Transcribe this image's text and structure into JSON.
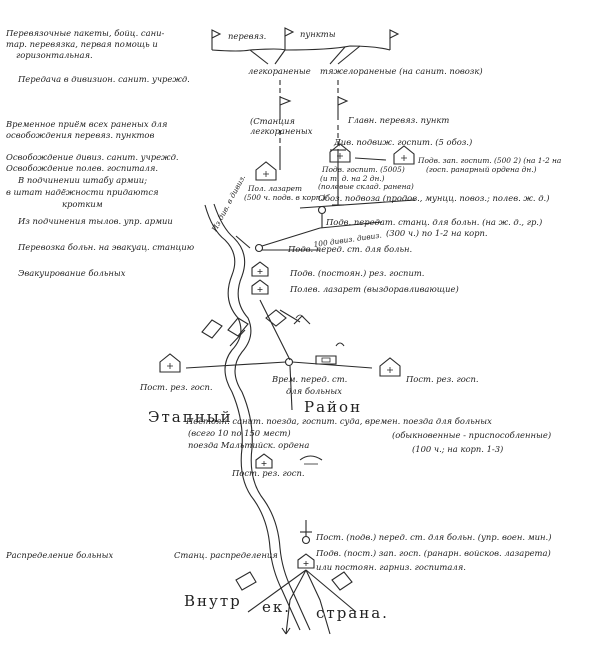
{
  "left_column": [
    "Перевязочные пакеты, бойц. сани-",
    "тар. перевязка, первая помощь и",
    "горизонтальная.",
    "Передача в дивизион. санит. учрежд.",
    "Временное приём всех раненых для",
    "освобождения перевяз. пунктов",
    "Освобождение дивиз. санит. учрежд.",
    "Освобождение полев. госпиталя.",
    "В подчинении штабу армии;",
    "в штат надёжности придаются",
    "кротким",
    "Из подчинения тылов. упр. армии",
    "Перевозка больн. на эвакуац. станцию",
    "Эвакуирование больных",
    "Распределение больных"
  ],
  "top": {
    "perevyaz": "перевяз.",
    "punkty": "пункты",
    "legkoranen": "легкораненые",
    "tyazheloranen": "тяжелораненые (на санит. повозк)",
    "stanc_legkoranen_1": "(Станция",
    "stanc_legkoranen_2": "легкораненых",
    "glavn_perevyaz": "Главн. перевяз. пункт",
    "div_podv_gosp": "Див. подвиж. госпит. (5 обоз.)",
    "pol_lazaret_1": "Пол. лазарет",
    "pol_lazaret_2": "(500 ч. подв. в корп.)",
    "podv_gosp_1": "Подв. госпит. (5005)",
    "podv_gosp_2": "(и т. д. на 2 дн.)",
    "podv_gosp_3": "(полевые склад. ранена)",
    "podv_zap_gosp_1": "Подв. зап. госпит. (500 2) (на 1-2 на",
    "podv_zap_gosp_2": "(госп. ранарный ордена дн.)",
    "obozy": "Обоз. подвоза (продов., мунцц. повоз.; полев. ж. д.)",
    "div_ebat": "Из див. в дивиз.",
    "podv_peredat_1": "Подв. передат. станц. для больн. (на ж. д., гр.)",
    "podv_peredat_2": "(300 ч.)   по 1-2 на корп.",
    "div_ebat2": "100 дивиз. дивиз.",
    "podv_pered_st": "Подв. перед. ст. для больн.",
    "podv_rez_gosp": "Подв. (постоян.) рез. госпит.",
    "pol_lazaret_3": "Полев. лазарет (выздоравливающие)"
  },
  "middle": {
    "post_rez_left": "Пост. рез. госп.",
    "post_rez_right": "Пост. рез. госп.",
    "vrem_pered_1": "Врем. перед. ст.",
    "vrem_pered_2": "для больных",
    "etap_1": "Этапный",
    "etap_2": "Район",
    "postoyan_1": "Постоян. санит. поезда, госпит. суда, времен. поезда для больных",
    "postoyan_2": "(всего 10 по 150 мест)",
    "postoyan_3": "(обыкновенные - приспособленные)",
    "postoyan_4": "поезда Мальтийск. ордена",
    "postoyan_5": "(100 ч.; на корп. 1-3)",
    "post_rez_lower": "Пост. рез. госп."
  },
  "bottom": {
    "post_podv_1": "Пост. (подв.) перед. ст. для больн. (упр. воен. мин.)",
    "podv_post_zap": "Подв. (пост.) зап. госп. (ранарн. войсков. лазарета)",
    "ili_postoyan": "или постоян. гарниз. госпиталя.",
    "stanc_raspr": "Станц. распределения",
    "vnutr": "Внутр",
    "ek": "ек.",
    "strana": "страна."
  }
}
